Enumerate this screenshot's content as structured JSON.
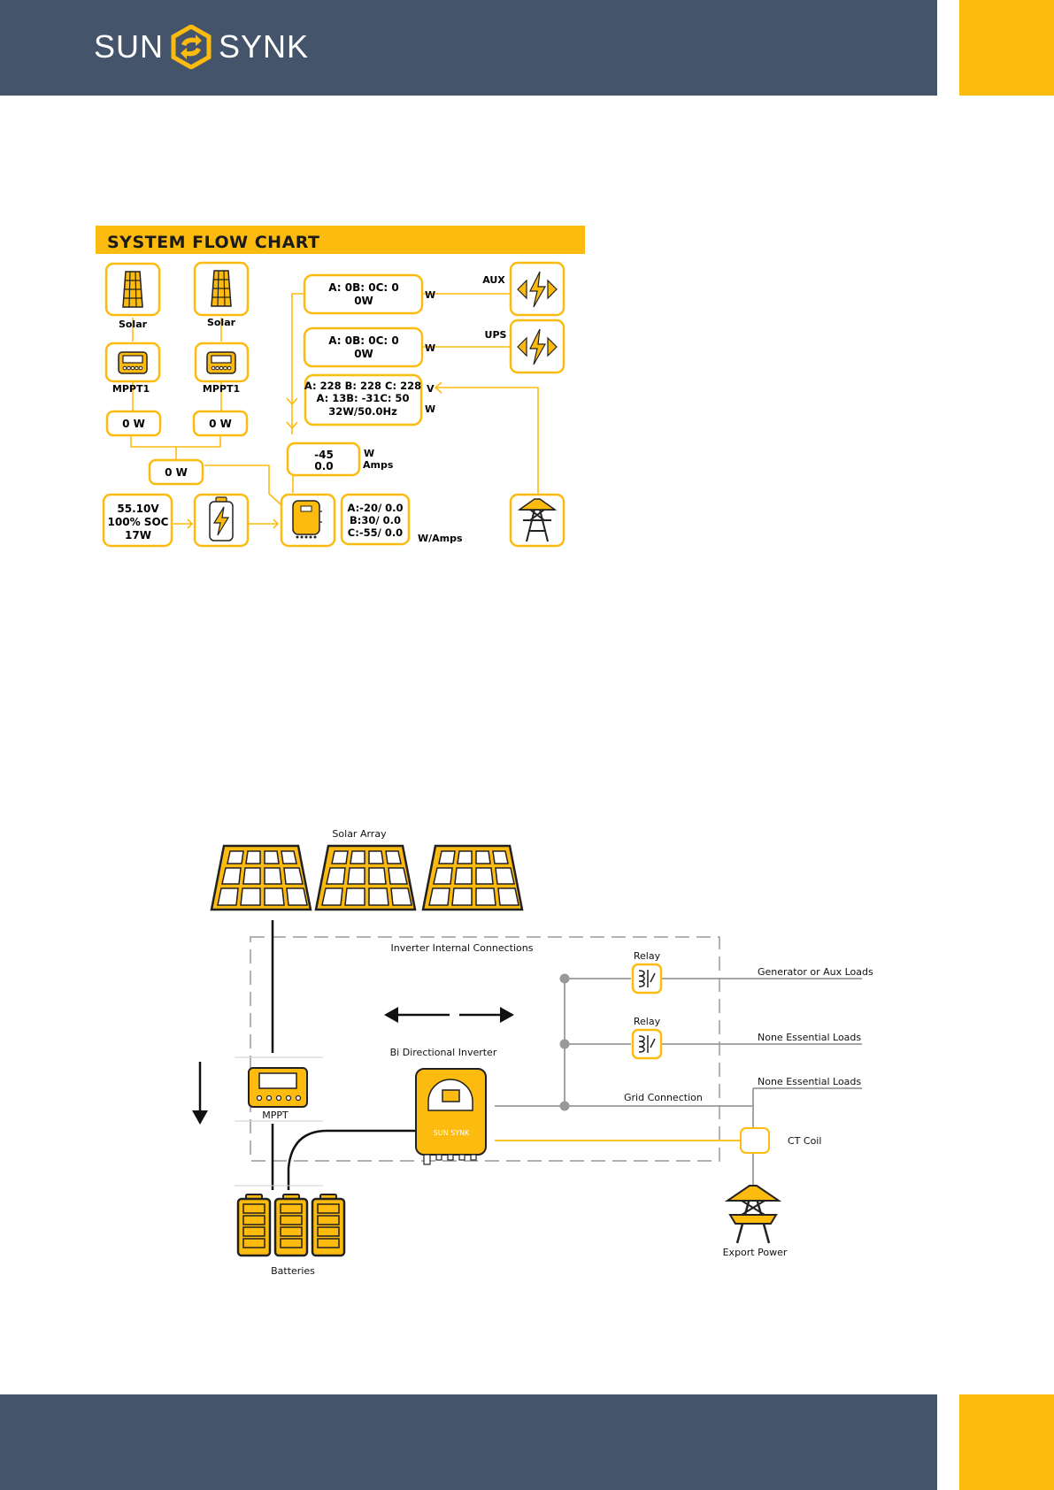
{
  "brand": {
    "logo_left": "SUN",
    "logo_right": "SYNK",
    "accent": "#fdbb0f",
    "header_color": "#44546a"
  },
  "flow_chart": {
    "title": "SYSTEM FLOW CHART",
    "solar1_label": "Solar",
    "solar2_label": "Solar",
    "mppt1_label": "MPPT1",
    "mppt2_label": "MPPT1",
    "pv1_power": "0 W",
    "pv2_power": "0 W",
    "pv_total": "0 W",
    "battery_voltage": "55.10V",
    "battery_soc": "100% SOC",
    "battery_power": "17W",
    "aux_line1": "A:  0B:  0C:   0",
    "aux_line2": "0W",
    "aux_unit": "W",
    "aux_label": "AUX",
    "ups_line1": "A:  0B:  0C:   0",
    "ups_line2": "0W",
    "ups_unit": "W",
    "ups_label": "UPS",
    "grid_line1": "A: 228 B: 228 C: 228",
    "grid_line2": "A:  13B:  -31C:  50",
    "grid_line3": "32W/50.0Hz",
    "grid_unit_v": "V",
    "grid_unit_w": "W",
    "inv_line1": "-45",
    "inv_line2": "0.0",
    "inv_unit_w": "W",
    "inv_unit_amps": "Amps",
    "phase_a": "A:-20/ 0.0",
    "phase_b": "B:30/ 0.0",
    "phase_c": "C:-55/ 0.0",
    "phase_unit": "W/Amps"
  },
  "diagram": {
    "solar_array_label": "Solar Array",
    "internal_label": "Inverter Internal Connections",
    "relay1_label": "Relay",
    "relay2_label": "Relay",
    "gen_loads": "Generator or Aux Loads",
    "none_loads_1": "None Essential Loads",
    "none_loads_2": "None Essential Loads",
    "bi_inverter": "Bi Directional Inverter",
    "inverter_brand": "SUN SYNK",
    "grid_connection": "Grid Connection",
    "ct_coil": "CT Coil",
    "mppt_label": "MPPT",
    "batteries_label": "Batteries",
    "export_power": "Export Power"
  }
}
